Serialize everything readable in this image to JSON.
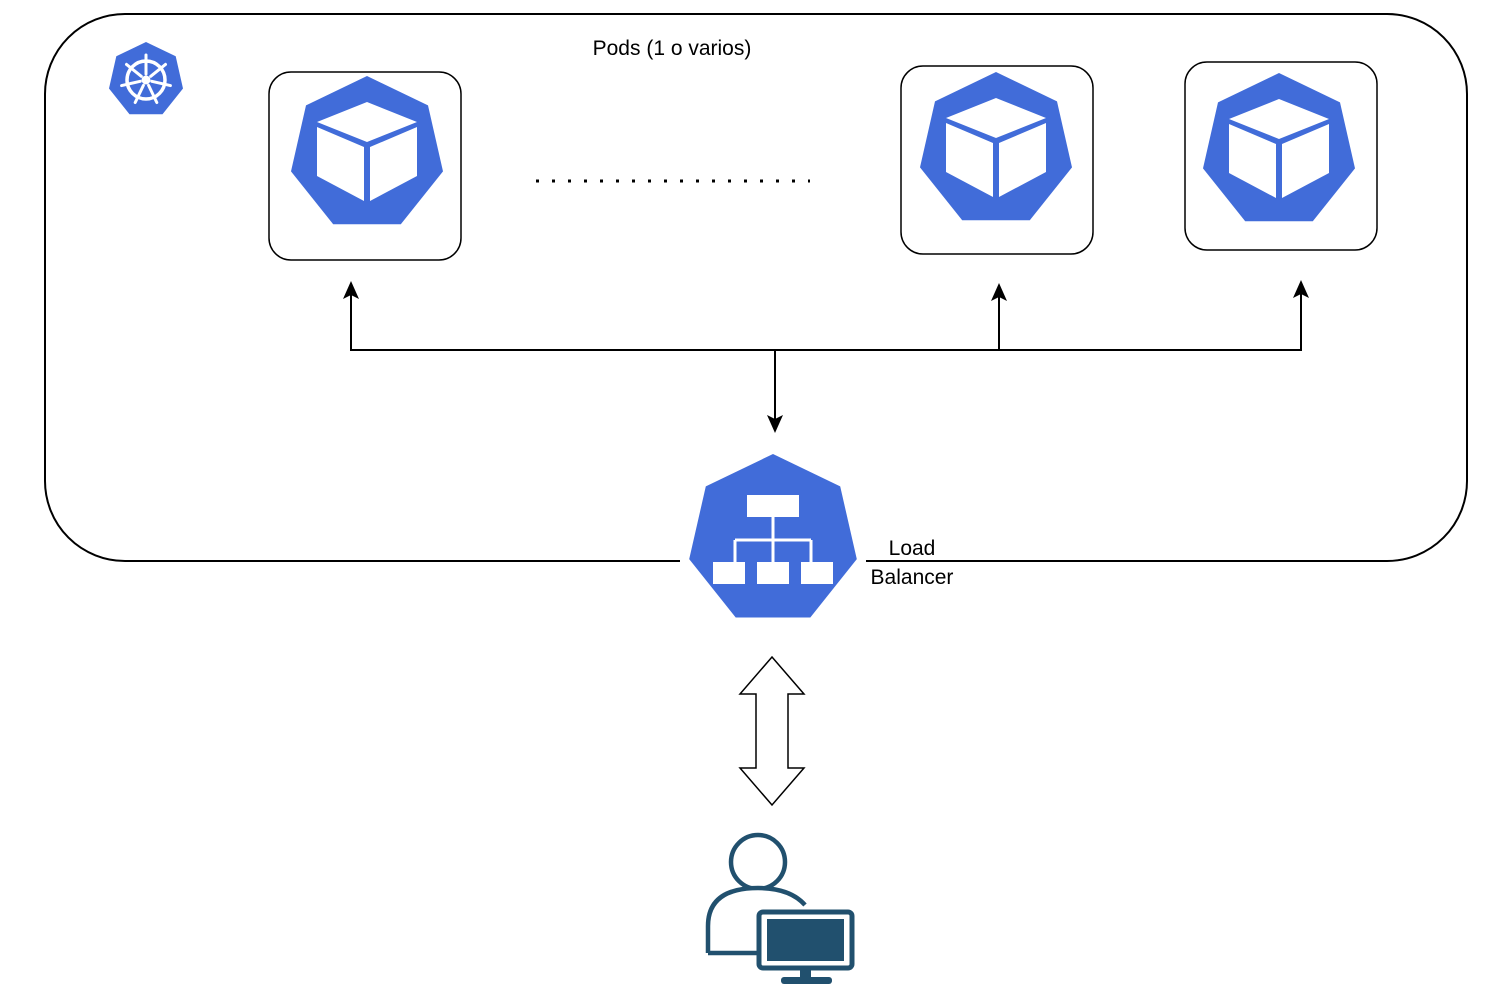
{
  "cluster": {
    "title": "Pods (1 o varios)",
    "icon": "kubernetes-helm-icon"
  },
  "pods": [
    {
      "icon": "pod-cube-icon"
    },
    {
      "icon": "pod-cube-icon"
    },
    {
      "icon": "pod-cube-icon"
    }
  ],
  "load_balancer": {
    "label_line1": "Load",
    "label_line2": "Balancer",
    "icon": "load-balancer-icon"
  },
  "user": {
    "icon": "user-computer-icon"
  },
  "colors": {
    "k8s_blue": "#416cd9",
    "user_blue": "#21506e",
    "stroke": "#000000"
  }
}
